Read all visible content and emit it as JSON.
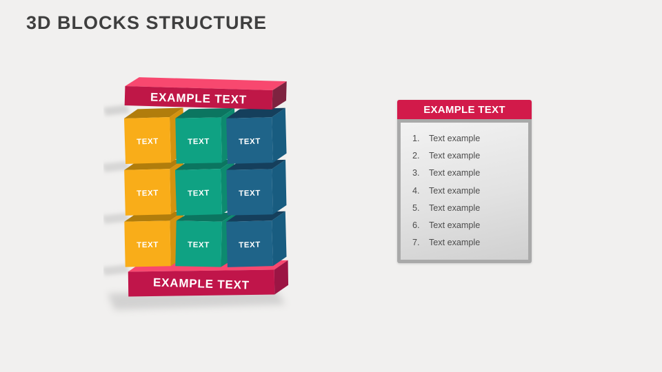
{
  "slide": {
    "title": "3D BLOCKS STRUCTURE",
    "background_color": "#F1F0EF",
    "title_color": "#3F3F3F"
  },
  "diagram": {
    "cube_label": "TEXT",
    "top_bar": {
      "label": "EXAMPLE TEXT",
      "top": "#F8486F",
      "front": "#BF1747",
      "side": "#7E2340"
    },
    "bottom_bar": {
      "label": "EXAMPLE TEXT",
      "top": "#F8486F",
      "front": "#C0154A",
      "side": "#9C1544"
    },
    "columns": [
      {
        "name": "yellow",
        "front": "#F9AD19",
        "top": "#B17D0C",
        "side": "#D4930F"
      },
      {
        "name": "green",
        "front": "#0FA283",
        "top": "#0B7560",
        "side": "#0D8A6F"
      },
      {
        "name": "blue",
        "front": "#1F6489",
        "top": "#153F5C",
        "side": "#185C80"
      }
    ],
    "rows": 3,
    "label_color": "#FFFFFF"
  },
  "panel": {
    "header": "EXAMPLE TEXT",
    "header_color": "#D21A4A",
    "items": [
      {
        "number": "1.",
        "text": "Text example"
      },
      {
        "number": "2.",
        "text": "Text example"
      },
      {
        "number": "3.",
        "text": "Text example"
      },
      {
        "number": "4.",
        "text": "Text example"
      },
      {
        "number": "5.",
        "text": "Text example"
      },
      {
        "number": "6.",
        "text": "Text example"
      },
      {
        "number": "7.",
        "text": "Text example"
      }
    ]
  }
}
